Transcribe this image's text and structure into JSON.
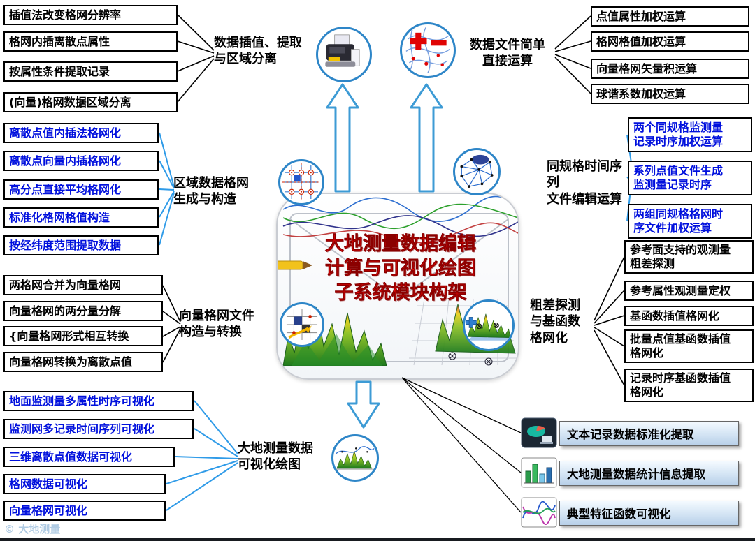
{
  "watermark": "© 大地测量",
  "center": {
    "line1": "大地测量数据编辑",
    "line2": "计算与可视化绘图",
    "line3": "子系统模块构架"
  },
  "top_left": {
    "node": "数据插值、提取\n与区域分离",
    "items": [
      "插值法改变格网分辨率",
      "格网内插离散点属性",
      "按属性条件提取记录",
      "(向量)格网数据区域分离"
    ]
  },
  "top_right": {
    "node": "数据文件简单\n直接运算",
    "items": [
      "点值属性加权运算",
      "格网格值加权运算",
      "向量格网矢量积运算",
      "球谐系数加权运算"
    ]
  },
  "mid_left": {
    "node": "区域数据格网\n生成与构造",
    "items": [
      "离散点值内插法格网化",
      "离散点向量内插格网化",
      "高分点直接平均格网化",
      "标准化格网格值构造",
      "按经纬度范围提取数据"
    ]
  },
  "mid_right": {
    "node": "同规格时间序列\n文件编辑运算",
    "items": [
      "两个同规格监测量\n记录时序加权运算",
      "系列点值文件生成\n监测量记录时序",
      "两组同规格格网时\n序文件加权运算"
    ]
  },
  "low_left": {
    "node": "向量格网文件\n构造与转换",
    "items": [
      "两格网合并为向量格网",
      "向量格网的两分量分解",
      "{向量格网形式相互转换",
      "向量格网转换为离散点值"
    ]
  },
  "low_right": {
    "node": "粗差探测\n与基函数\n格网化",
    "items": [
      "参考面支持的观测量\n粗差探测",
      "参考属性观测量定权",
      "基函数插值格网化",
      "批量点值基函数插值\n格网化",
      "记录时序基函数插值\n格网化"
    ]
  },
  "bottom_left": {
    "node": "大地测量数据\n可视化绘图",
    "items": [
      "地面监测量多属性时序可视化",
      "监测网多记录时间序列可视化",
      "三维离散点值数据可视化",
      "格网数据可视化",
      "向量格网可视化"
    ]
  },
  "bottom_right": {
    "items": [
      "文本记录数据标准化提取",
      "大地测量数据统计信息提取",
      "典型特征函数可视化"
    ]
  },
  "icons": {
    "top_left_node": "printer-computer-icon",
    "top_right_node": "plus-minus-operation-icon",
    "mid_left_node": "grid-generation-icon",
    "mid_right_node": "tin-network-icon",
    "low_left_node": "vector-grid-icon",
    "low_right_node": "terrain-surface-icon",
    "bottom_left_node": "visualization-plot-icon",
    "bottom_right_rows": [
      "text-data-icon",
      "statistics-bars-icon",
      "feature-curves-icon"
    ]
  },
  "colors": {
    "blue_text": "#0010dd",
    "blue_line": "#2f9be8",
    "black_line": "#000000",
    "title_red": "#f00505",
    "arrow_blue": "#3d9bd5"
  }
}
